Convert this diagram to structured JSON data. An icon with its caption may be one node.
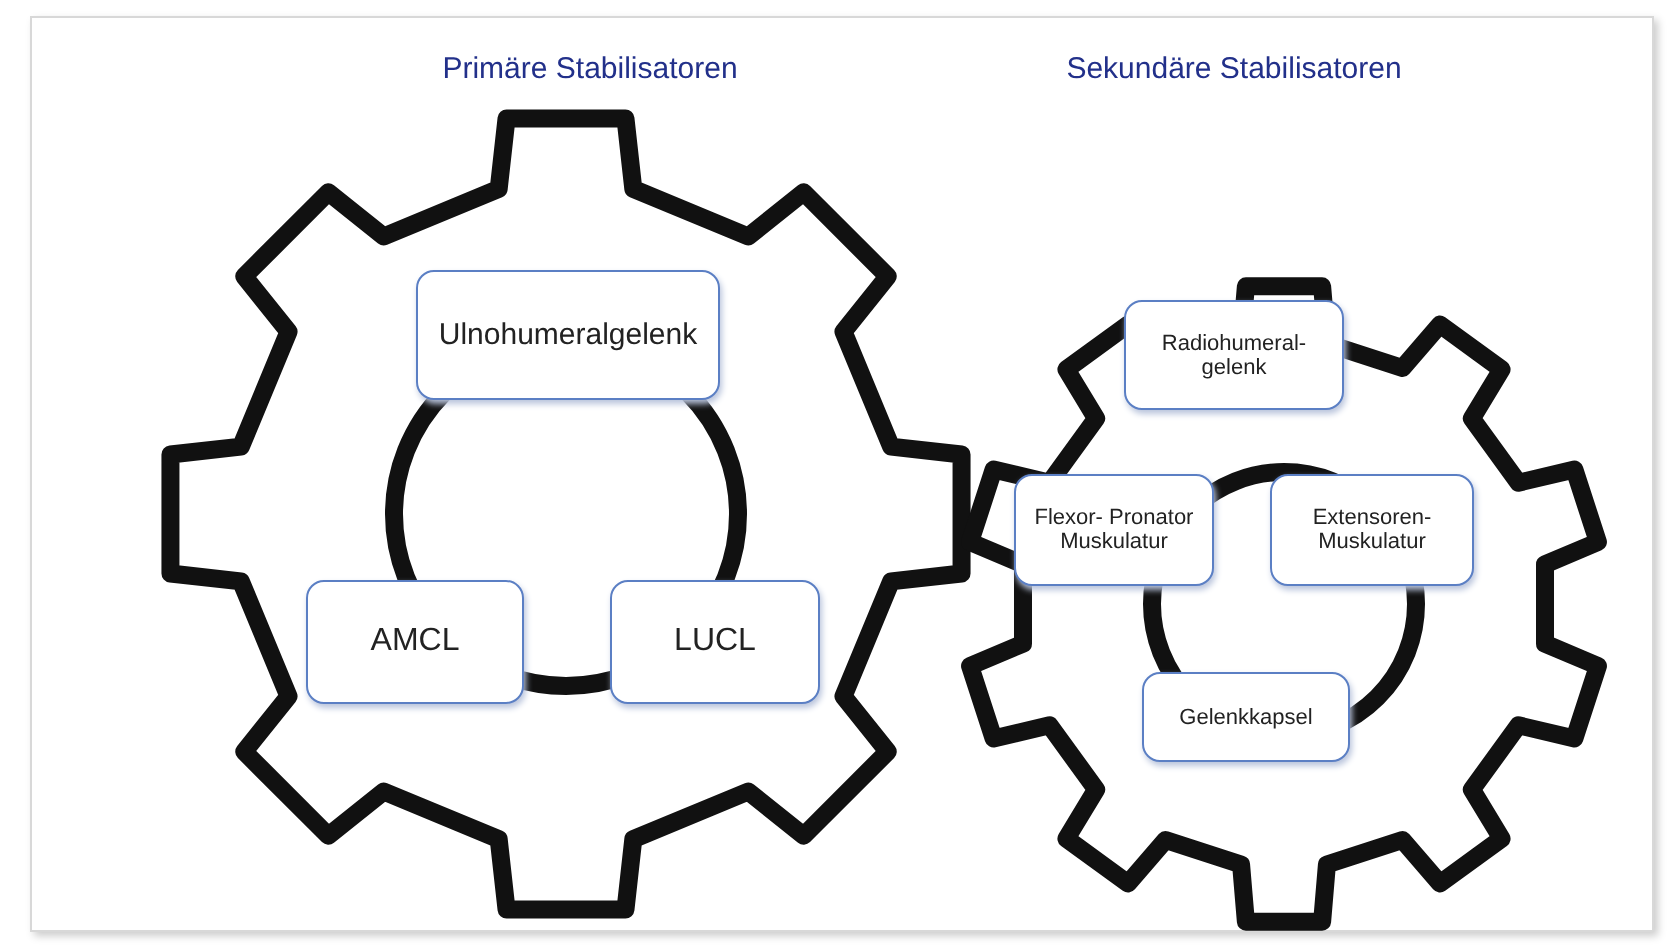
{
  "diagram": {
    "nodes": [
      {
        "text": [],
        "shape": "gear"
      },
      {
        "text": [
          "Ulnohumeralgelenk"
        ],
        "in": 0
      },
      {
        "text": [
          "AMCL"
        ],
        "in": 0
      },
      {
        "text": [
          "LUCL"
        ],
        "in": 0
      },
      {
        "text": [],
        "shape": "gear"
      },
      {
        "text": [
          "Radiohumeral- gelenk"
        ],
        "in": 4
      },
      {
        "text": [
          "Flexor- Pronator Muskulatur"
        ],
        "in": 4
      },
      {
        "text": [
          "Extensoren- Muskulatur"
        ],
        "in": 4
      },
      {
        "text": [
          "Gelenkkapsel"
        ],
        "in": 4
      }
    ],
    "labels": [
      "Primäre Stabilisatoren",
      "Sekundäre Stabilisatoren"
    ]
  }
}
